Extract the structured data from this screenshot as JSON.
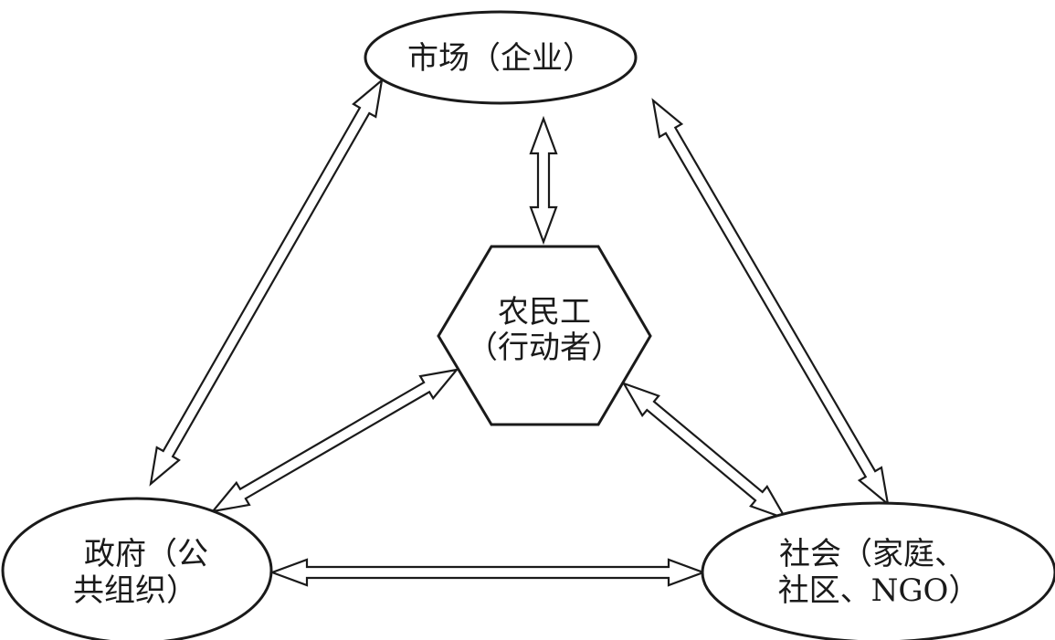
{
  "nodes": {
    "market": {
      "lines": [
        "市场（企业）"
      ],
      "shape": "ellipse"
    },
    "worker": {
      "lines": [
        "农民工",
        "（行动者）"
      ],
      "shape": "hexagon"
    },
    "government": {
      "lines": [
        "政府（公",
        "共组织）"
      ],
      "shape": "ellipse"
    },
    "society": {
      "lines": [
        "社会（家庭、",
        "社区、NGO）"
      ],
      "shape": "ellipse"
    }
  },
  "edges": [
    {
      "from": "market",
      "to": "worker",
      "type": "double-arrow"
    },
    {
      "from": "market",
      "to": "government",
      "type": "double-arrow"
    },
    {
      "from": "market",
      "to": "society",
      "type": "double-arrow"
    },
    {
      "from": "worker",
      "to": "government",
      "type": "double-arrow"
    },
    {
      "from": "worker",
      "to": "society",
      "type": "double-arrow"
    },
    {
      "from": "government",
      "to": "society",
      "type": "double-arrow"
    }
  ],
  "colors": {
    "stroke": "#1a1a1a",
    "fill": "#ffffff"
  }
}
